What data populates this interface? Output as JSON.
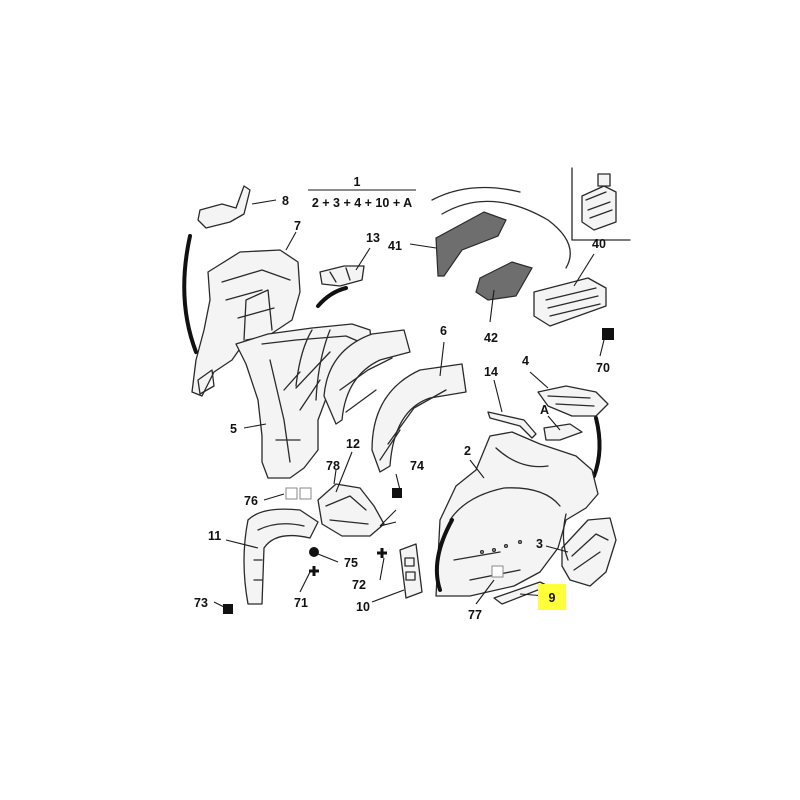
{
  "formula": {
    "top": "1",
    "bottom": "2 + 3 + 4 + 10 + A"
  },
  "highlight_color": "#ffff3a",
  "callouts": {
    "c2": "2",
    "c3": "3",
    "c4": "4",
    "c5": "5",
    "c6": "6",
    "c7": "7",
    "c8": "8",
    "c9": "9",
    "c10": "10",
    "c11": "11",
    "c12": "12",
    "c13": "13",
    "c14": "14",
    "c40": "40",
    "c41": "41",
    "c42": "42",
    "c70": "70",
    "c71": "71",
    "c72": "72",
    "c73": "73",
    "c74": "74",
    "c75": "75",
    "c76": "76",
    "c77": "77",
    "c78": "78",
    "cA": "A"
  },
  "highlighted_part": "9",
  "symbols": {
    "square": "filled-square-symbol",
    "circle": "filled-circle-symbol",
    "cross": "cross-symbol",
    "open_square": "open-square-symbol"
  }
}
